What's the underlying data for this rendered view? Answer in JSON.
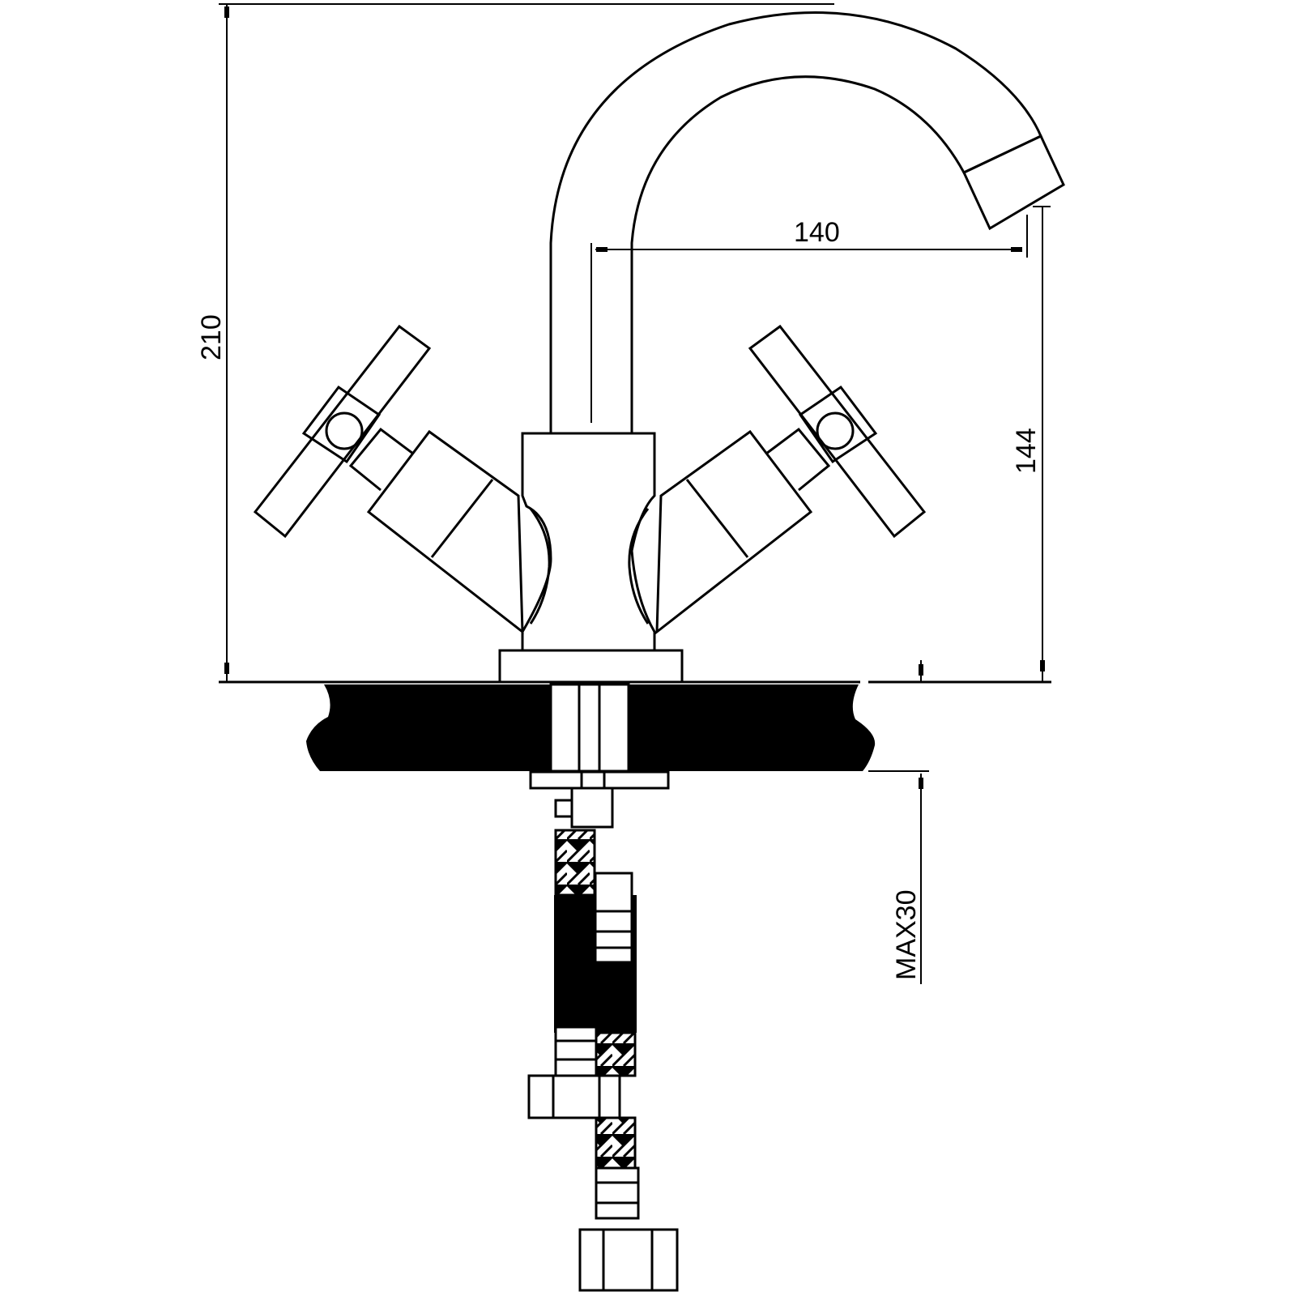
{
  "drawing": {
    "title": "Faucet dimension drawing",
    "dimensions": {
      "overall_height": "210",
      "spout_reach": "140",
      "spout_height": "144",
      "max_counter_thickness": "MAX30"
    },
    "colors": {
      "line": "#000000",
      "background": "#ffffff"
    }
  }
}
